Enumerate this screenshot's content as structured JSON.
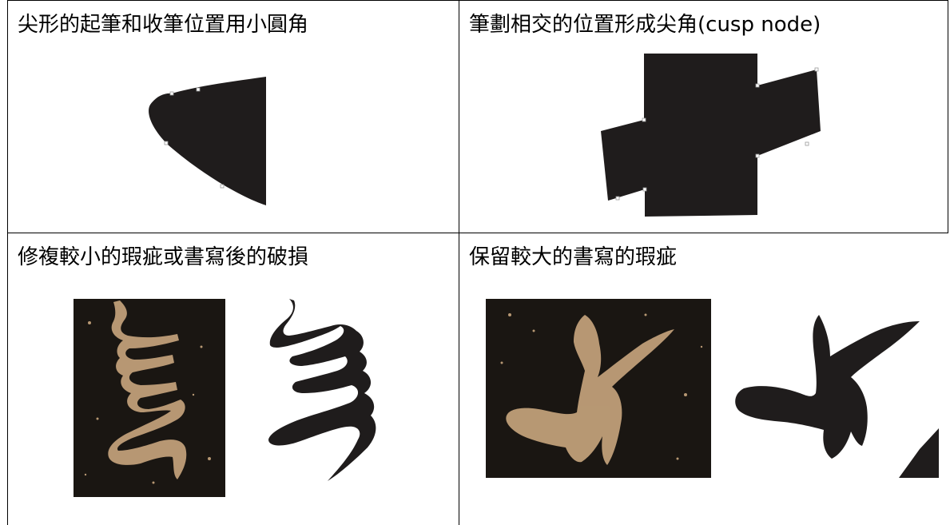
{
  "table": {
    "cells": [
      {
        "title": "尖形的起筆和收筆位置用小圓角"
      },
      {
        "title": "筆劃相交的位置形成尖角(cusp node)"
      },
      {
        "title": "修複較小的瑕疵或書寫後的破損"
      },
      {
        "title": "保留較大的書寫的瑕疵"
      }
    ]
  },
  "colors": {
    "ink": "#1f1c1c",
    "rubbing_background": "#1a1612",
    "rubbing_ink": "#c9a67e",
    "border": "#000000",
    "node_handle": "#bbbbbb"
  }
}
